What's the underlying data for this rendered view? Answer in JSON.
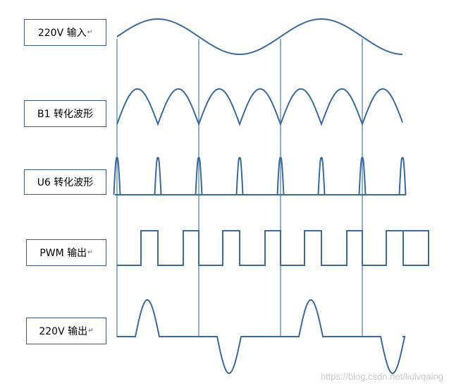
{
  "labels": {
    "input_220v": "220V 输入",
    "b1_wave": "B1 转化波形",
    "u6_wave": "U6 转化波形",
    "pwm_out": "PWM 输出",
    "output_220v": "220V 输出"
  },
  "paragraph_mark": "↵",
  "watermark": "https://blog.csdn.net/liulvqaing",
  "colors": {
    "wave": "#3b6a9c",
    "box_border": "#3c5a86",
    "divider": "#4a7cb8",
    "watermark": "#c9c9c9"
  }
}
